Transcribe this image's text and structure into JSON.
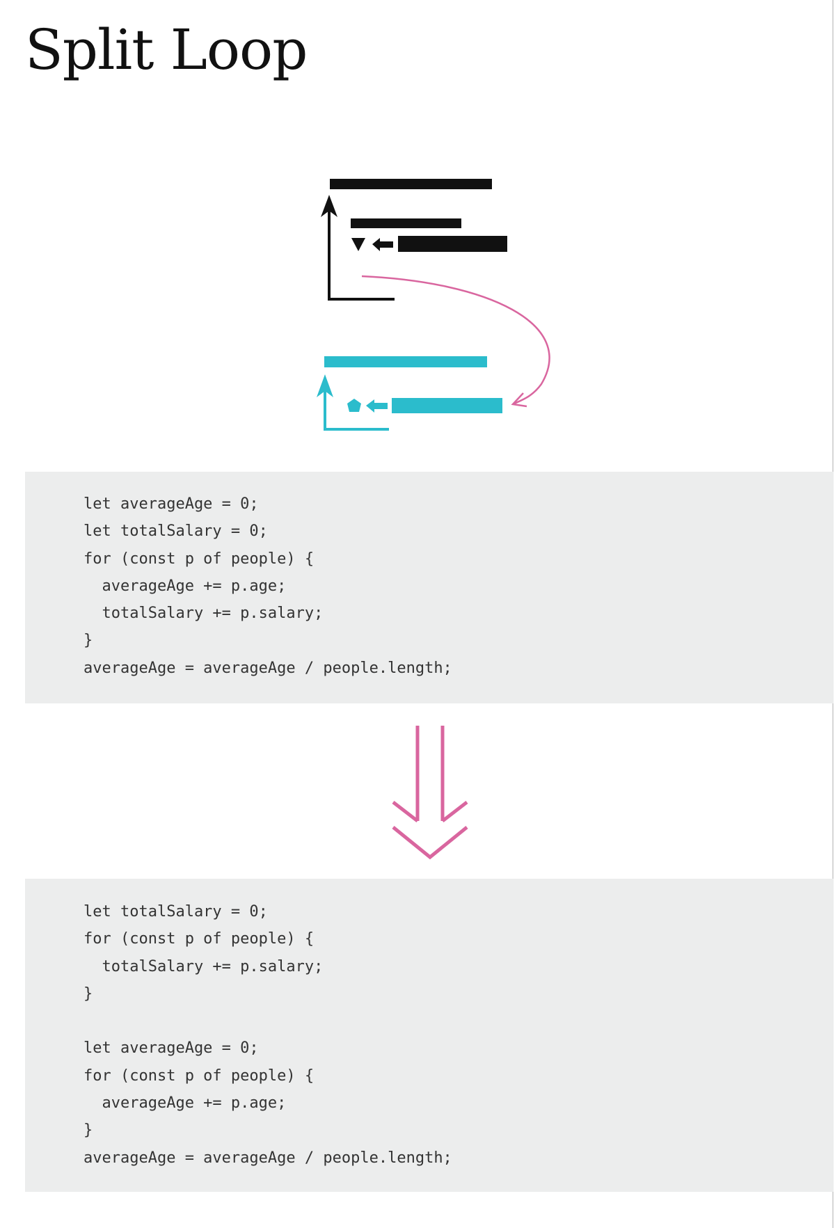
{
  "title": "Split Loop",
  "colors": {
    "ink": "#111111",
    "cyan": "#2bbccc",
    "pink": "#d9669f",
    "code_bg": "#eceded",
    "code_text": "#333333"
  },
  "code_before": {
    "lines": [
      "let averageAge = 0;",
      "let totalSalary = 0;",
      "for (const p of people) {",
      "  averageAge += p.age;",
      "  totalSalary += p.salary;",
      "}",
      "averageAge = averageAge / people.length;"
    ]
  },
  "code_after": {
    "lines": [
      "let totalSalary = 0;",
      "for (const p of people) {",
      "  totalSalary += p.salary;",
      "}",
      "",
      "let averageAge = 0;",
      "for (const p of people) {",
      "  averageAge += p.age;",
      "}",
      "averageAge = averageAge / people.length;"
    ]
  }
}
